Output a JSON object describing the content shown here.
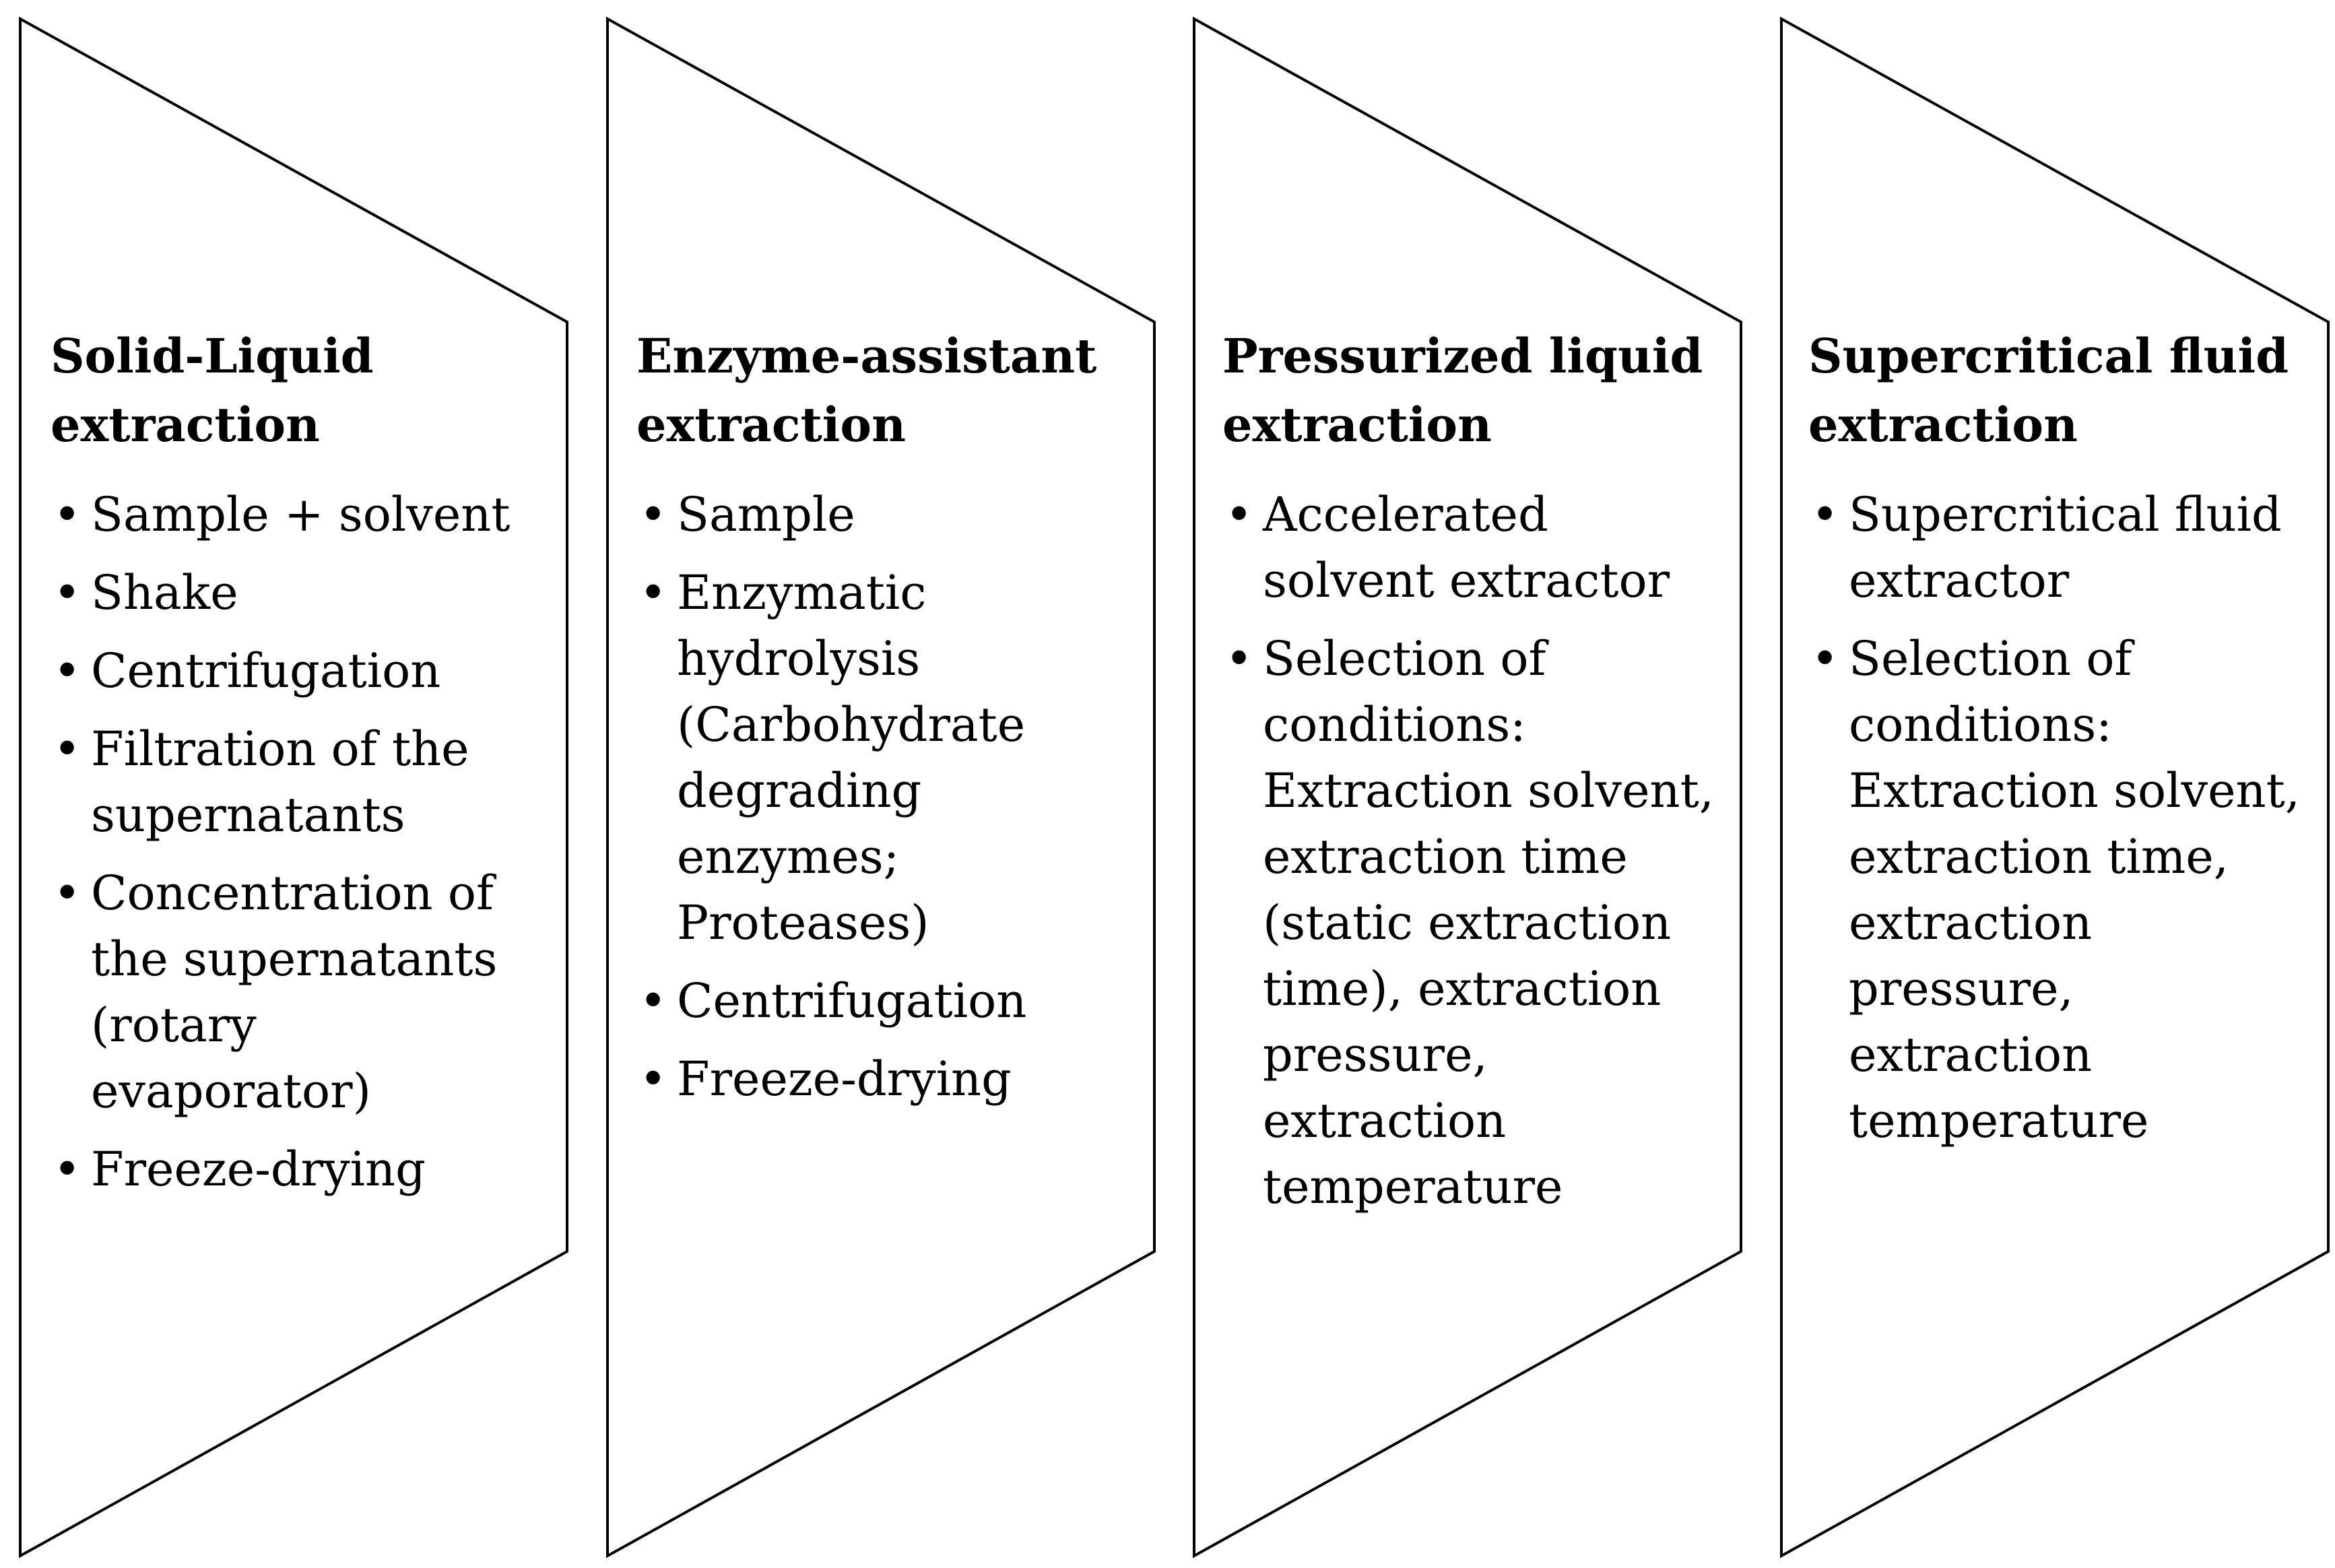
{
  "colors": {
    "outline": "#000000",
    "background": "#ffffff",
    "text": "#000000"
  },
  "bullet_glyph": "•",
  "panels": [
    {
      "title_lines": [
        "Solid-Liquid",
        "extraction"
      ],
      "steps": [
        "Sample + solvent",
        "Shake",
        "Centrifugation",
        "Filtration of the\nsupernatants",
        "Concentration of\nthe supernatants\n(rotary\nevaporator)",
        "Freeze-drying"
      ]
    },
    {
      "title_lines": [
        "Enzyme-assistant",
        "extraction"
      ],
      "steps": [
        "Sample",
        "Enzymatic\nhydrolysis\n(Carbohydrate\ndegrading\nenzymes;\nProteases)",
        "Centrifugation",
        "Freeze-drying"
      ]
    },
    {
      "title_lines": [
        "Pressurized liquid",
        "extraction"
      ],
      "steps": [
        "Accelerated\nsolvent extractor",
        "Selection of\nconditions:\nExtraction solvent,\nextraction time\n(static extraction\ntime), extraction\npressure,\nextraction\ntemperature"
      ]
    },
    {
      "title_lines": [
        "Supercritical fluid",
        "extraction"
      ],
      "steps": [
        "Supercritical fluid\nextractor",
        "Selection of\nconditions:\nExtraction solvent,\nextraction time,\nextraction\npressure,\nextraction\ntemperature"
      ]
    }
  ]
}
